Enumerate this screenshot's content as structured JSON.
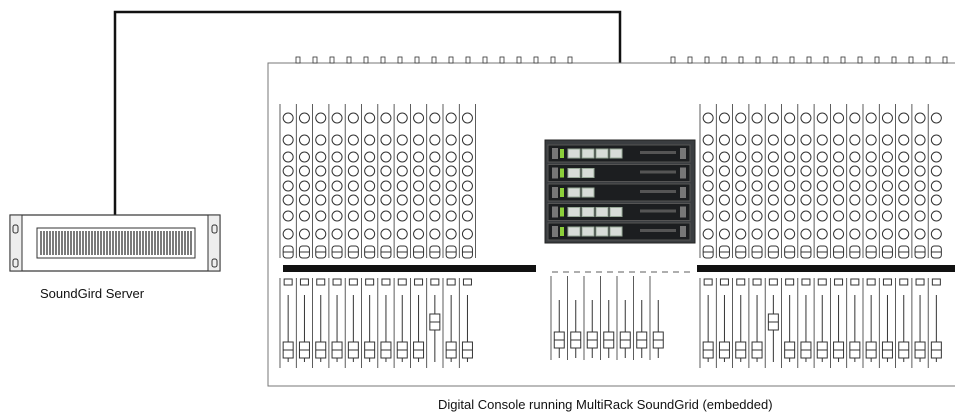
{
  "labels": {
    "server": "SoundGird Server",
    "console": "Digital Console running MultiRack SoundGrid (embedded)"
  },
  "icons": {
    "server": "rack-server-icon",
    "console": "mixing-console-icon",
    "rack": "rack-units-icon",
    "cable": "network-cable"
  },
  "colors": {
    "line": "#111111",
    "rack_body": "#3a3d40",
    "rack_face": "#1c1e20",
    "rack_led": "#8ccf3a"
  }
}
